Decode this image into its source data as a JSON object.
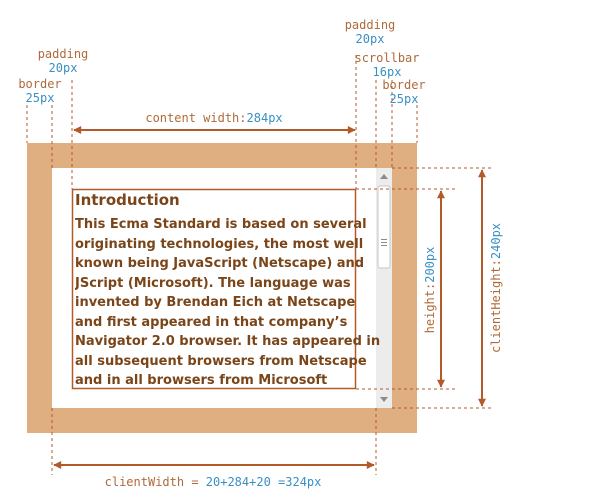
{
  "labels": {
    "padding_left": "padding",
    "padding_left_value": "20px",
    "border_left": "border",
    "border_left_value": "25px",
    "padding_right": "padding",
    "padding_right_value": "20px",
    "scrollbar": "scrollbar",
    "scrollbar_value": "16px",
    "border_right": "border",
    "border_right_value": "25px",
    "content_width": "content width:",
    "content_width_value": "284px",
    "height": "height:",
    "height_value": "200px",
    "client_height": "clientHeight:",
    "client_height_value": "240px",
    "client_width": "clientWidth = ",
    "client_width_value": "20+284+20 =324px"
  },
  "content": {
    "title": "Introduction",
    "paragraph": "This Ecma Standard is based on several originating technologies, the most well known being JavaScript (Netscape) and JScript (Microsoft). The language was invented by Brendan Eich at Netscape and first appeared in that company’s Navigator 2.0 browser. It has appeared in all subsequent browsers from Netscape and in all browsers from Microsoft starting with"
  },
  "colors": {
    "border": "#dfae81",
    "dimension_line": "#b35a2b",
    "label": "#b06a3a",
    "number": "#3a8fc4",
    "text": "#7a4519"
  }
}
